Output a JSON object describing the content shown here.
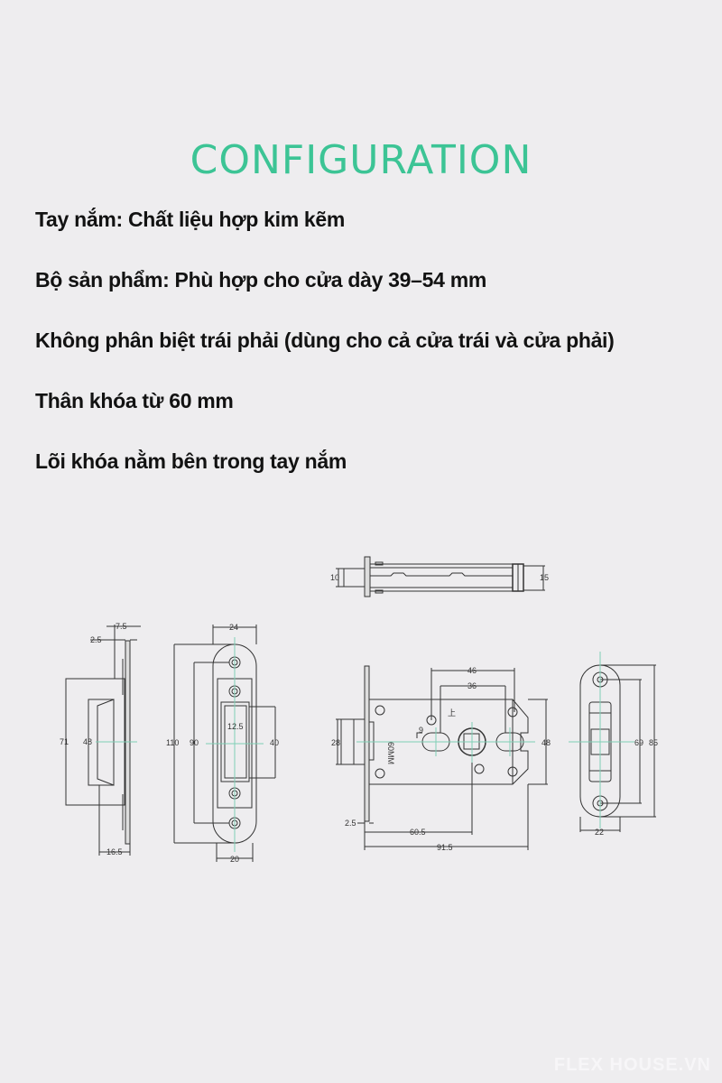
{
  "header": {
    "title": "CONFIGURATION",
    "title_color": "#3cc495"
  },
  "specs": [
    {
      "text": "Tay nắm: Chất liệu hợp kim kẽm"
    },
    {
      "text": "Bộ sản phẩm: Phù hợp cho cửa dày 39–54 mm"
    },
    {
      "text": "Không phân biệt trái phải (dùng cho cả cửa trái và cửa phải)"
    },
    {
      "text": "Thân khóa từ 60 mm"
    },
    {
      "text": "Lõi khóa nằm bên trong tay nắm"
    }
  ],
  "drawing": {
    "top_view": {
      "left_dim": "10",
      "right_dim": "15"
    },
    "side_view": {
      "dims": [
        "7.5",
        "2.5",
        "71",
        "48",
        "16.5"
      ]
    },
    "faceplate_view": {
      "dims": [
        "24",
        "110",
        "90",
        "12.5",
        "40",
        "20"
      ]
    },
    "lock_body_view": {
      "dims": [
        "46",
        "36",
        "9",
        "28",
        "48",
        "2.5",
        "60.5",
        "91.5"
      ],
      "label": "60MM",
      "mark": "上"
    },
    "strike_view": {
      "dims": [
        "69",
        "85",
        "22"
      ]
    },
    "centerline_color": "#7fd0b5",
    "line_color": "#333333"
  },
  "watermark": "FLEX HOUSE.VN"
}
